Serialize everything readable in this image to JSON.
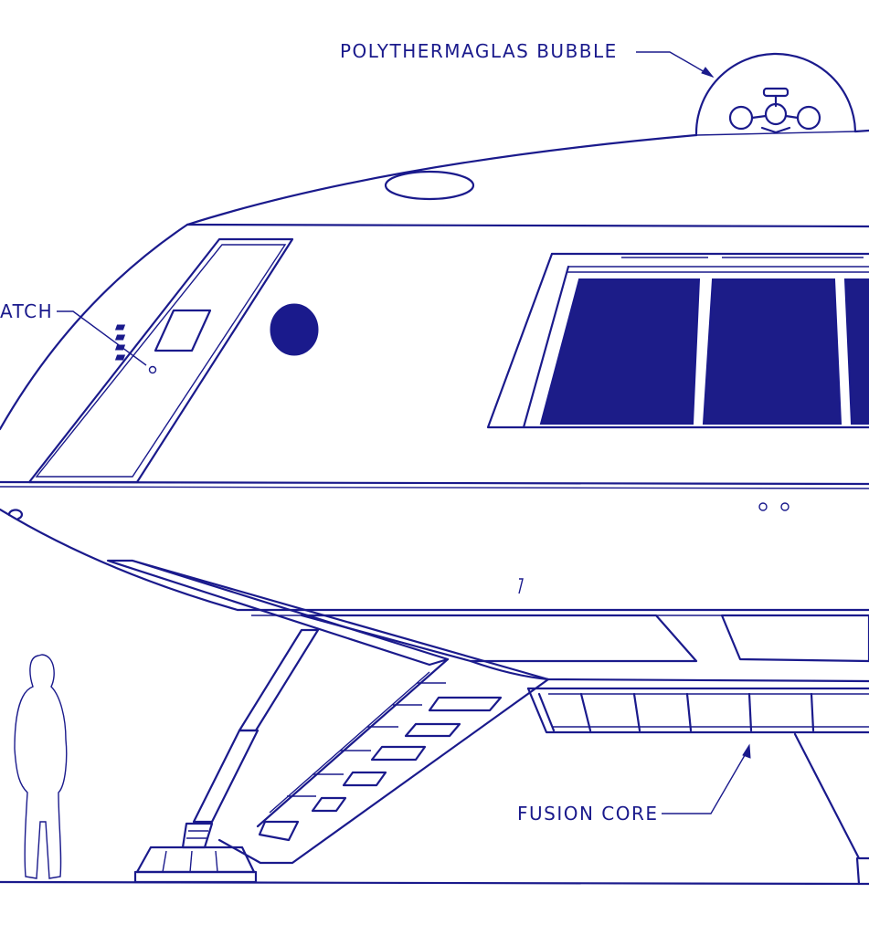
{
  "diagram": {
    "ink_color": "#1a1a8c",
    "background": "#ffffff",
    "labels": {
      "bubble": "POLYTHERMAGLAS BUBBLE",
      "hatch": "ATCH",
      "core": "FUSION CORE"
    }
  }
}
